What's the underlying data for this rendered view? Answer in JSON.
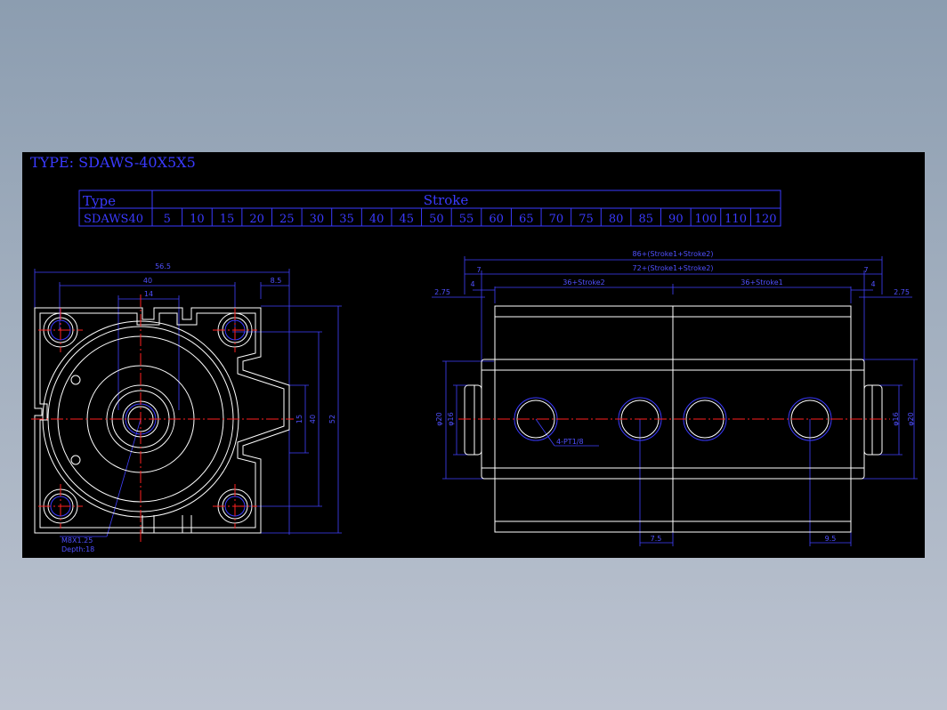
{
  "title": "TYPE: SDAWS-40X5X5",
  "table": {
    "header_type": "Type",
    "header_stroke": "Stroke",
    "model": "SDAWS40",
    "strokes": [
      "5",
      "10",
      "15",
      "20",
      "25",
      "30",
      "35",
      "40",
      "45",
      "50",
      "55",
      "60",
      "65",
      "70",
      "75",
      "80",
      "85",
      "90",
      "100",
      "110",
      "120"
    ]
  },
  "left_view": {
    "dims": {
      "w565": "56.5",
      "w40": "40",
      "w14": "14",
      "d85": "8.5",
      "h40": "40",
      "h52": "52",
      "h15": "15"
    },
    "callout_thread": "M8X1.25",
    "callout_depth": "Depth:18"
  },
  "right_view": {
    "dims": {
      "total": "86+(Stroke1+Stroke2)",
      "inner": "72+(Stroke1+Stroke2)",
      "seven_l": "7",
      "seven_r": "7",
      "four_l": "4",
      "four_r": "4",
      "s275_l": "2.75",
      "s275_r": "2.75",
      "seg_left": "36+Stroke2",
      "seg_right": "36+Stroke1",
      "phi20_l": "φ20",
      "phi16_l": "φ16",
      "phi16_r": "φ16",
      "phi20_r": "φ20",
      "b75": "7.5",
      "b95": "9.5"
    },
    "port_label": "4-PT1/8"
  },
  "colors": {
    "background": "#000000",
    "line": "#ffffff",
    "centerline": "#ff2020",
    "dimension": "#3a3aff"
  }
}
